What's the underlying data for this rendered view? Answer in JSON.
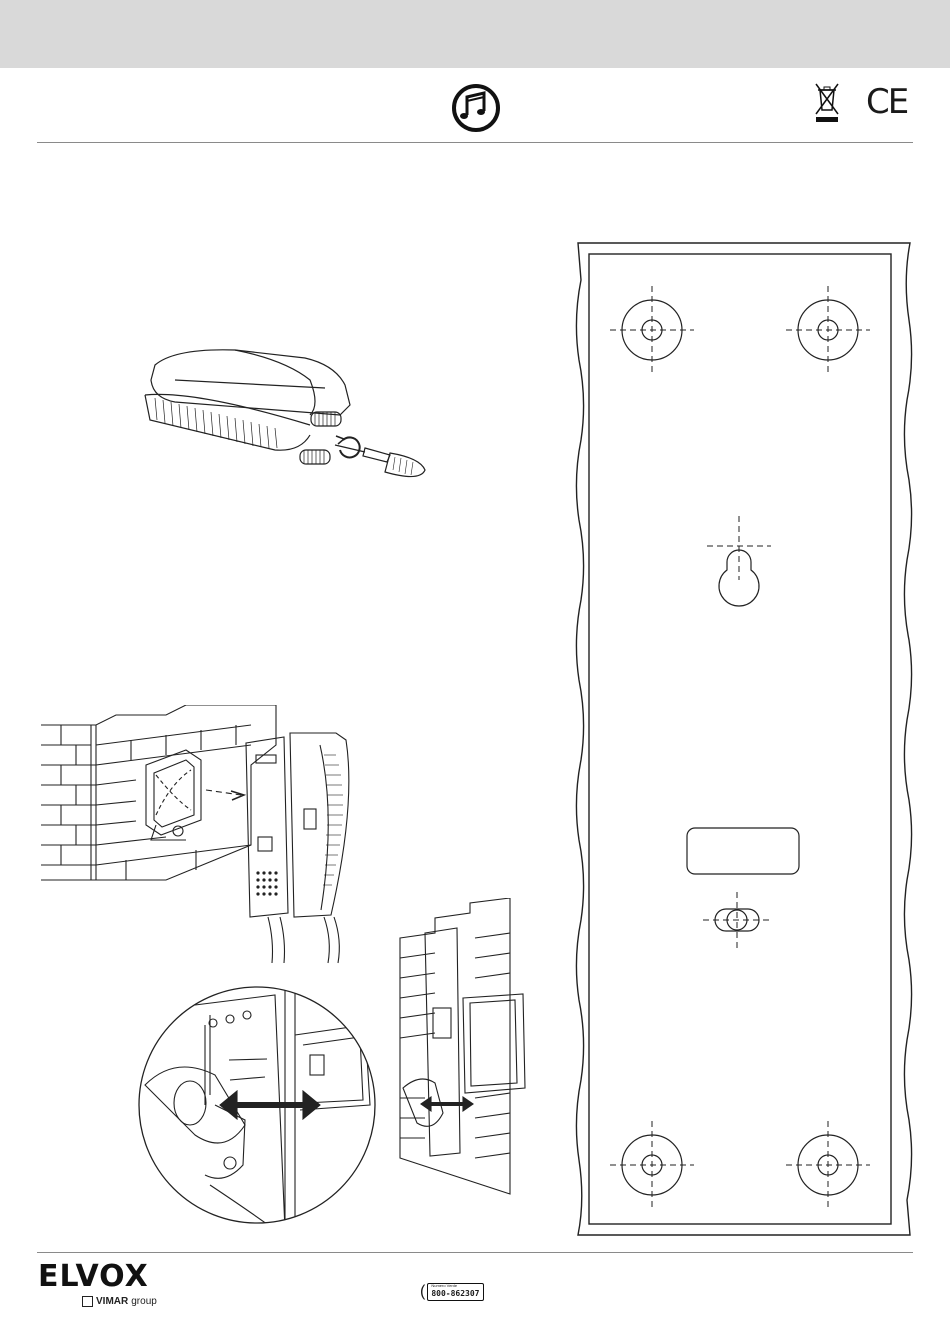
{
  "header": {
    "icons": [
      "music-notes-icon",
      "weee-bin-icon",
      "ce-mark-icon"
    ],
    "ce_mark": "CE"
  },
  "figures": [
    "handset-screwdriver-illustration",
    "wall-box-mounting-illustration",
    "detail-circle-illustration",
    "wall-mount-slide-illustration",
    "drilling-template"
  ],
  "footer": {
    "brand": "ELVOX",
    "group": "VIMAR",
    "group_suffix": "group",
    "phone_label": "Numero Verde",
    "phone_number": "800-862307"
  }
}
